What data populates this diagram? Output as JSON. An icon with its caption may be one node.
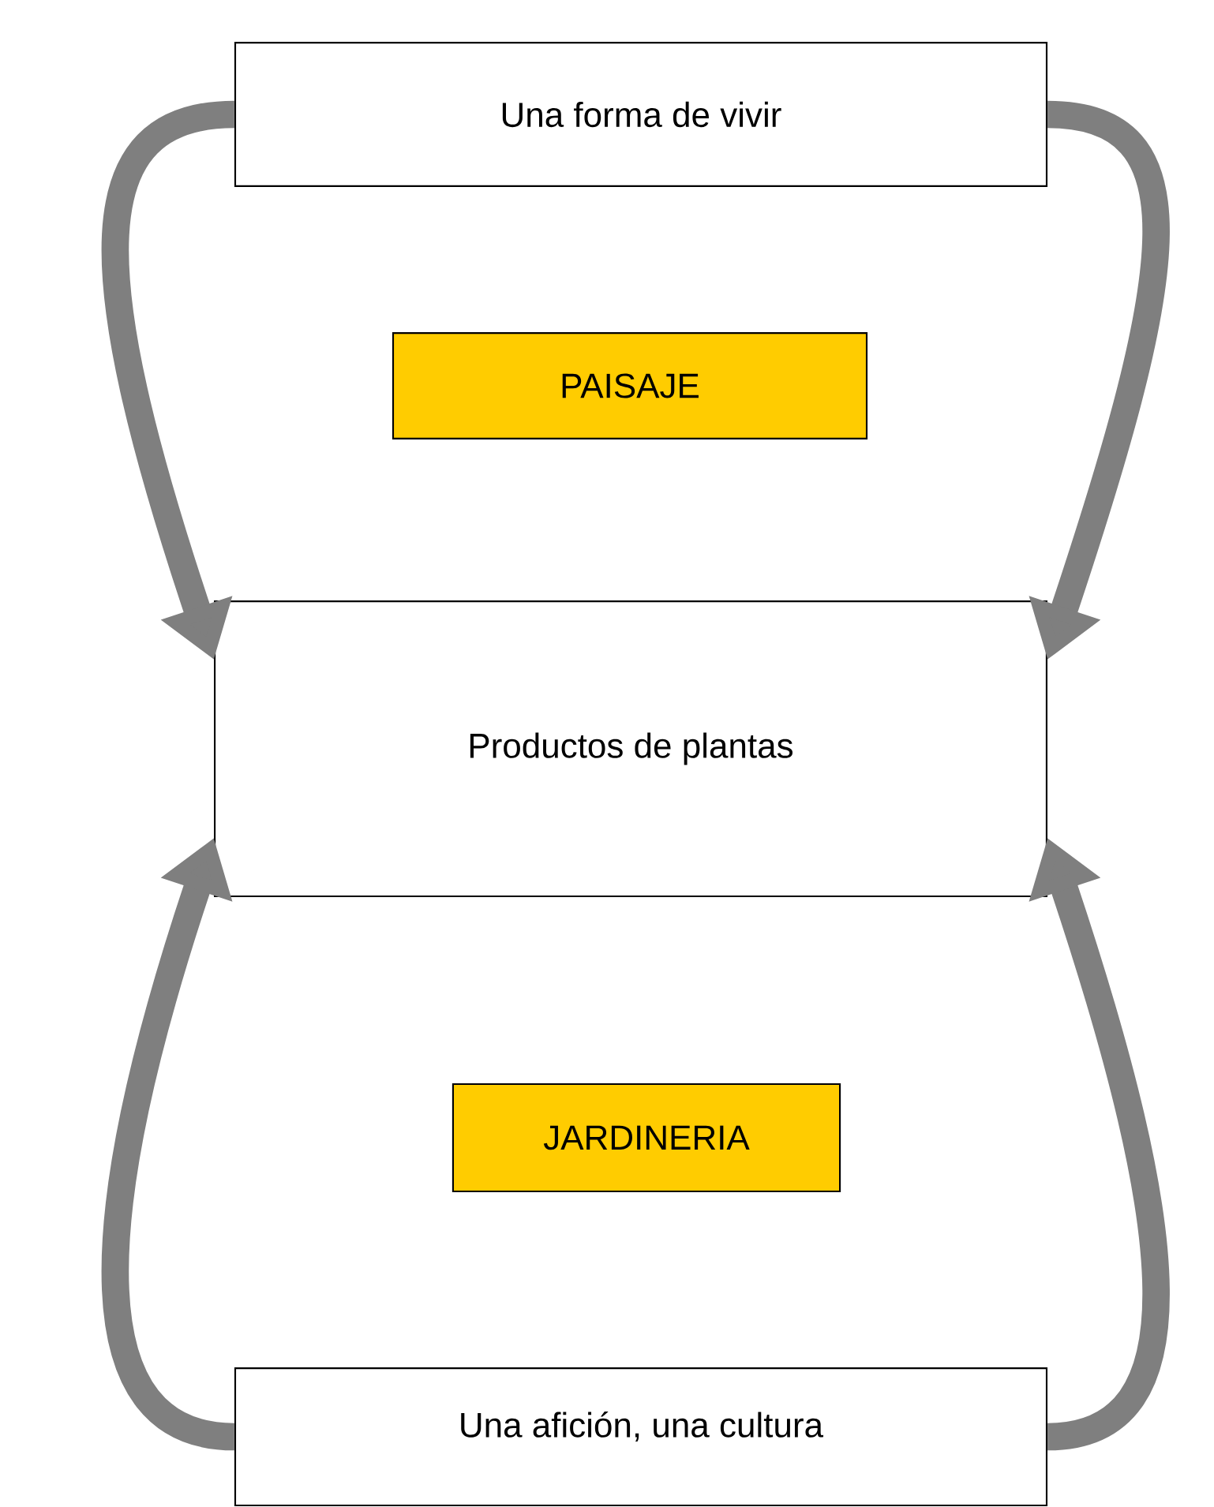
{
  "diagram": {
    "nodes": [
      {
        "text": [
          "Una forma de vivir"
        ]
      },
      {
        "text": [
          "PAISAJE"
        ]
      },
      {
        "text": [
          "Productos de plantas"
        ]
      },
      {
        "text": [
          "JARDINERIA"
        ]
      },
      {
        "text": [
          "Una afición, una cultura"
        ]
      }
    ],
    "edges": [
      {
        "from": 0,
        "to": 2,
        "arrow": "to"
      },
      {
        "from": 0,
        "to": 2,
        "arrow": "to"
      },
      {
        "from": 4,
        "to": 2,
        "arrow": "to"
      },
      {
        "from": 4,
        "to": 2,
        "arrow": "to"
      }
    ]
  }
}
